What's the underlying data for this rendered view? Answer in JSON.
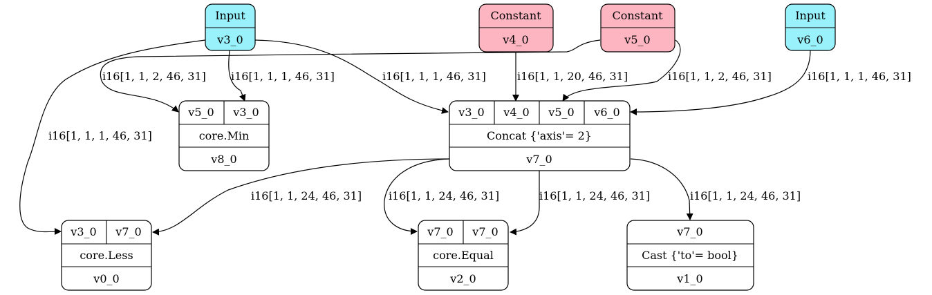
{
  "colors": {
    "input_fill": "#98f1fb",
    "constant_fill": "#fdb6c1",
    "op_fill": "#ffffff",
    "stroke": "#000000"
  },
  "nodes": {
    "input_v3": {
      "kind": "Input",
      "name": "v3_0"
    },
    "const_v4": {
      "kind": "Constant",
      "name": "v4_0"
    },
    "const_v5": {
      "kind": "Constant",
      "name": "v5_0"
    },
    "input_v6": {
      "kind": "Input",
      "name": "v6_0"
    },
    "min": {
      "inputs": [
        "v5_0",
        "v3_0"
      ],
      "op": "core.Min",
      "output": "v8_0"
    },
    "concat": {
      "inputs": [
        "v3_0",
        "v4_0",
        "v5_0",
        "v6_0"
      ],
      "op": "Concat {'axis'= 2}",
      "output": "v7_0"
    },
    "less": {
      "inputs": [
        "v3_0",
        "v7_0"
      ],
      "op": "core.Less",
      "output": "v0_0"
    },
    "equal": {
      "inputs": [
        "v7_0",
        "v7_0"
      ],
      "op": "core.Equal",
      "output": "v2_0"
    },
    "cast": {
      "inputs": [
        "v7_0"
      ],
      "op": "Cast {'to'= bool}",
      "output": "v1_0"
    }
  },
  "edges": [
    {
      "id": "v5-to-min",
      "label": "i16[1, 1, 2, 46, 31]"
    },
    {
      "id": "v3-to-min",
      "label": "i16[1, 1, 1, 46, 31]"
    },
    {
      "id": "v3-to-concat",
      "label": "i16[1, 1, 1, 46, 31]"
    },
    {
      "id": "v4-to-concat",
      "label": "i16[1, 1, 20, 46, 31]"
    },
    {
      "id": "v5-to-concat",
      "label": "i16[1, 1, 2, 46, 31]"
    },
    {
      "id": "v6-to-concat",
      "label": "i16[1, 1, 1, 46, 31]"
    },
    {
      "id": "v3-to-less",
      "label": "i16[1, 1, 1, 46, 31]"
    },
    {
      "id": "v7-to-less",
      "label": "i16[1, 1, 24, 46, 31]"
    },
    {
      "id": "v7-to-equal-a",
      "label": "i16[1, 1, 24, 46, 31]"
    },
    {
      "id": "v7-to-equal-b",
      "label": "i16[1, 1, 24, 46, 31]"
    },
    {
      "id": "v7-to-cast",
      "label": "i16[1, 1, 24, 46, 31]"
    }
  ]
}
